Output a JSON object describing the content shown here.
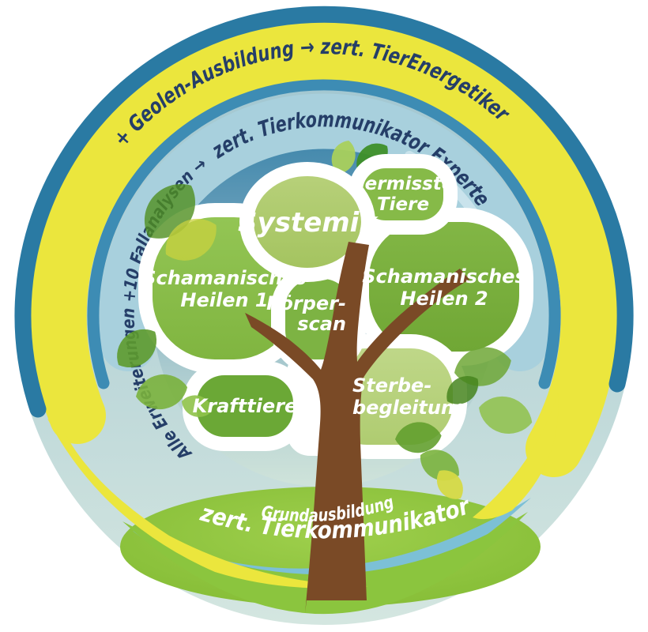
{
  "diagram": {
    "rings": {
      "outer_label": "+ Geolen-Ausbildung → zert. TierEnergetiker",
      "expert_label_left": "Alle Erweiterungen +10 Fallanalysen →",
      "expert_label_top": "zert. Tierkommunikator Experte"
    },
    "bubbles": [
      {
        "name": "schamanisches-heilen-1",
        "line1": "Schamanisches",
        "line2": "Heilen 1"
      },
      {
        "name": "schamanisches-heilen-2",
        "line1": "Schamanisches",
        "line2": "Heilen 2"
      },
      {
        "name": "sterbebegleitung",
        "line1": "Sterbe-",
        "line2": "begleitung"
      },
      {
        "name": "krafttiere",
        "line1": "Krafttiere"
      },
      {
        "name": "vermisste-tiere",
        "line1": "Vermisste",
        "line2": "Tiere"
      },
      {
        "name": "koerperscan",
        "line1": "Körper-",
        "line2": "scan"
      },
      {
        "name": "systemik",
        "line1": "Systemik"
      }
    ],
    "ground": {
      "line1": "Grundausbildung",
      "line2": "zert. Tierkommunikator"
    },
    "palette": {
      "ring_outer_blue": "#2a7aa3",
      "ring_yellow": "#ebe63d",
      "ring_mid_blue": "#3d8cb4",
      "ring_light_blue": "#a8d0dd",
      "navy_text": "#253e68",
      "ground_green": "#8dc63f",
      "trunk_brown": "#7a4a26",
      "swoosh_blue": "#7cc0d6",
      "swoosh_green": "#8bc53e"
    }
  }
}
